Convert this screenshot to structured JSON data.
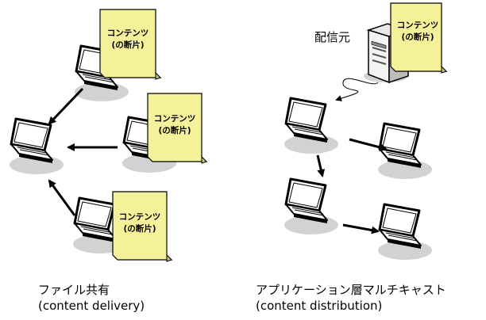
{
  "left_panel": {
    "caption_line1": "ファイル共有",
    "caption_line2": "(content delivery)",
    "notes": [
      {
        "line1": "コンテンツ",
        "line2": "(の断片)"
      },
      {
        "line1": "コンテンツ",
        "line2": "(の断片)"
      },
      {
        "line1": "コンテンツ",
        "line2": "(の断片)"
      }
    ]
  },
  "right_panel": {
    "caption_line1": "アプリケーション層マルチキャスト",
    "caption_line2": "(content distribution)",
    "server_label": "配信元",
    "note": {
      "line1": "コンテンツ",
      "line2": "(の断片)"
    }
  },
  "colors": {
    "note_fill": "#f5f09a",
    "laptop_screen": "#ffffff",
    "laptop_outline": "#000000",
    "shadow": "#d2d2d2",
    "arrow": "#000000"
  }
}
